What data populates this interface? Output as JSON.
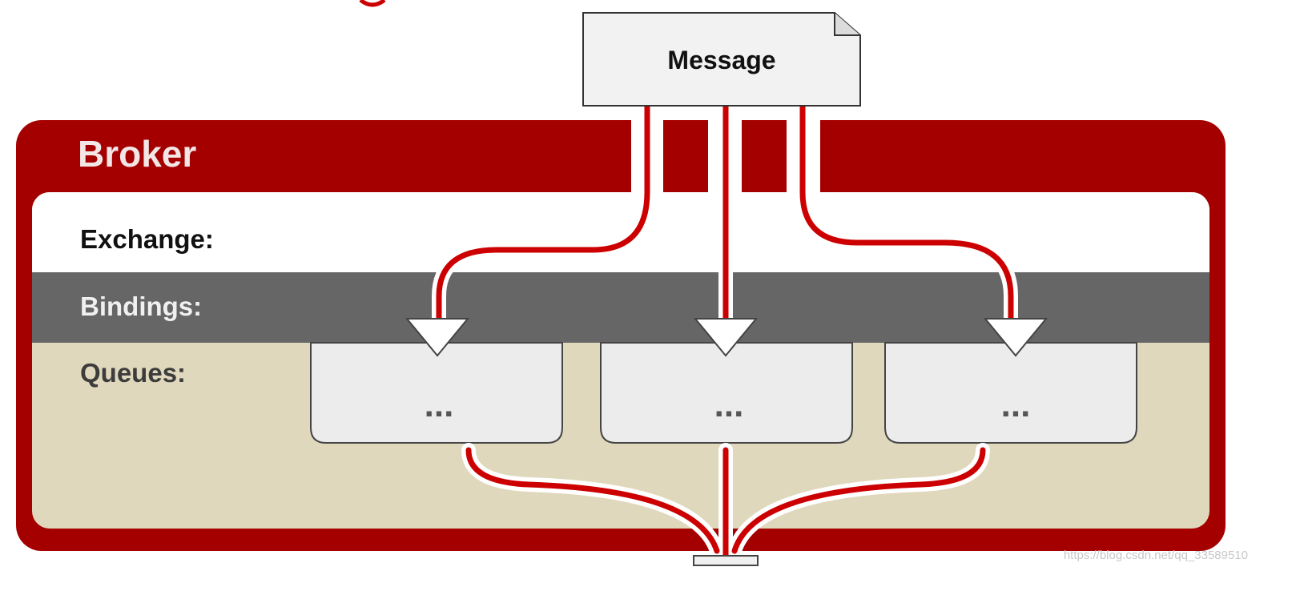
{
  "message": {
    "label": "Message"
  },
  "broker": {
    "title": "Broker",
    "sections": {
      "exchange": "Exchange:",
      "bindings": "Bindings:",
      "queues": "Queues:"
    },
    "queues": [
      {
        "label": "..."
      },
      {
        "label": "..."
      },
      {
        "label": "..."
      }
    ]
  },
  "watermark": "https://blog.csdn.net/qq_33589510",
  "colors": {
    "broker_red": "#a50000",
    "route_red": "#cc0000",
    "exchange_bg": "#ffffff",
    "bindings_bg": "#666666",
    "queues_bg": "#e0d8bc",
    "queue_box": "#ececec",
    "message_box": "#f2f2f2"
  }
}
